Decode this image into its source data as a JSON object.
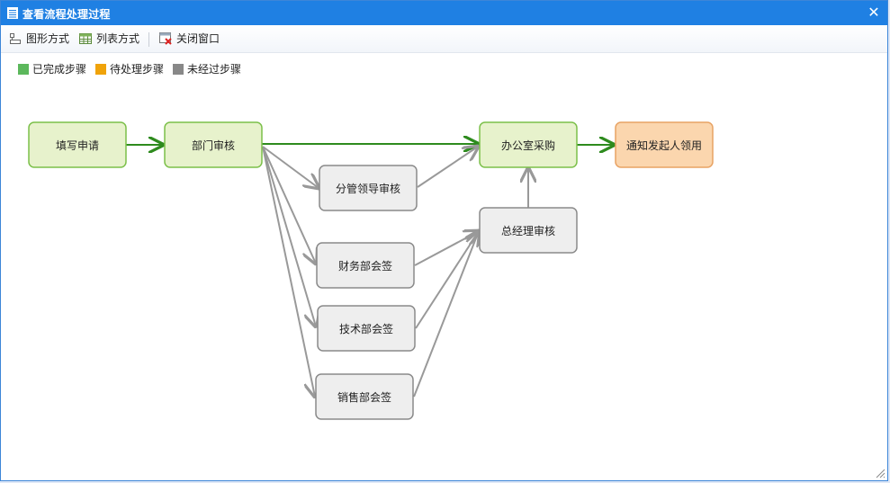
{
  "window": {
    "title": "查看流程处理过程",
    "close_glyph": "✕"
  },
  "toolbar": {
    "graph_mode": "图形方式",
    "list_mode": "列表方式",
    "close_window": "关闭窗口"
  },
  "legend": [
    {
      "label": "已完成步骤",
      "color": "#5cb85c"
    },
    {
      "label": "待处理步骤",
      "color": "#f0a30a"
    },
    {
      "label": "未经过步骤",
      "color": "#888888"
    }
  ],
  "colors": {
    "done_fill": "#e7f2cc",
    "done_stroke": "#7cc04a",
    "pending_fill": "#fbd6ae",
    "pending_stroke": "#e8a364",
    "unvisited_fill": "#eeeeee",
    "unvisited_stroke": "#8a8a8a",
    "done_arrow": "#2e8b1e",
    "unvisited_arrow": "#999999"
  },
  "flow": {
    "nodes": [
      {
        "id": "fill",
        "label": "填写申请",
        "status": "done"
      },
      {
        "id": "dept",
        "label": "部门审核",
        "status": "done"
      },
      {
        "id": "lead",
        "label": "分管领导审核",
        "status": "unvisited"
      },
      {
        "id": "office",
        "label": "办公室采购",
        "status": "done"
      },
      {
        "id": "notify",
        "label": "通知发起人领用",
        "status": "pending"
      },
      {
        "id": "gm",
        "label": "总经理审核",
        "status": "unvisited"
      },
      {
        "id": "fin",
        "label": "财务部会签",
        "status": "unvisited"
      },
      {
        "id": "tech",
        "label": "技术部会签",
        "status": "unvisited"
      },
      {
        "id": "sales",
        "label": "销售部会签",
        "status": "unvisited"
      }
    ]
  }
}
